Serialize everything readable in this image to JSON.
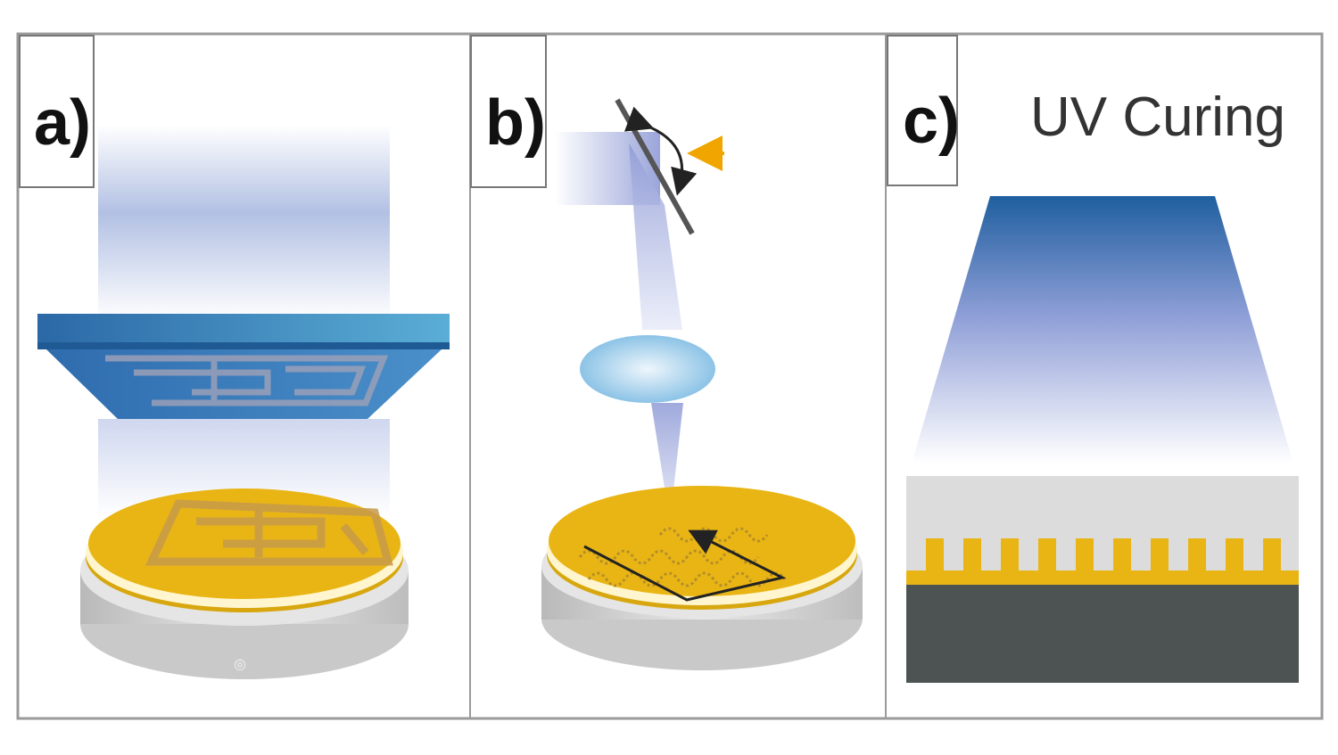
{
  "panels": [
    {
      "label": "a)"
    },
    {
      "label": "b)"
    },
    {
      "label": "c)",
      "title": "UV Curing"
    }
  ],
  "colors": {
    "gold": "#e9b515",
    "blue": "#2f6fae",
    "dark_substrate": "#4d5353",
    "grey_resin": "#dcdcdc",
    "arrow_orange": "#f0a500"
  }
}
